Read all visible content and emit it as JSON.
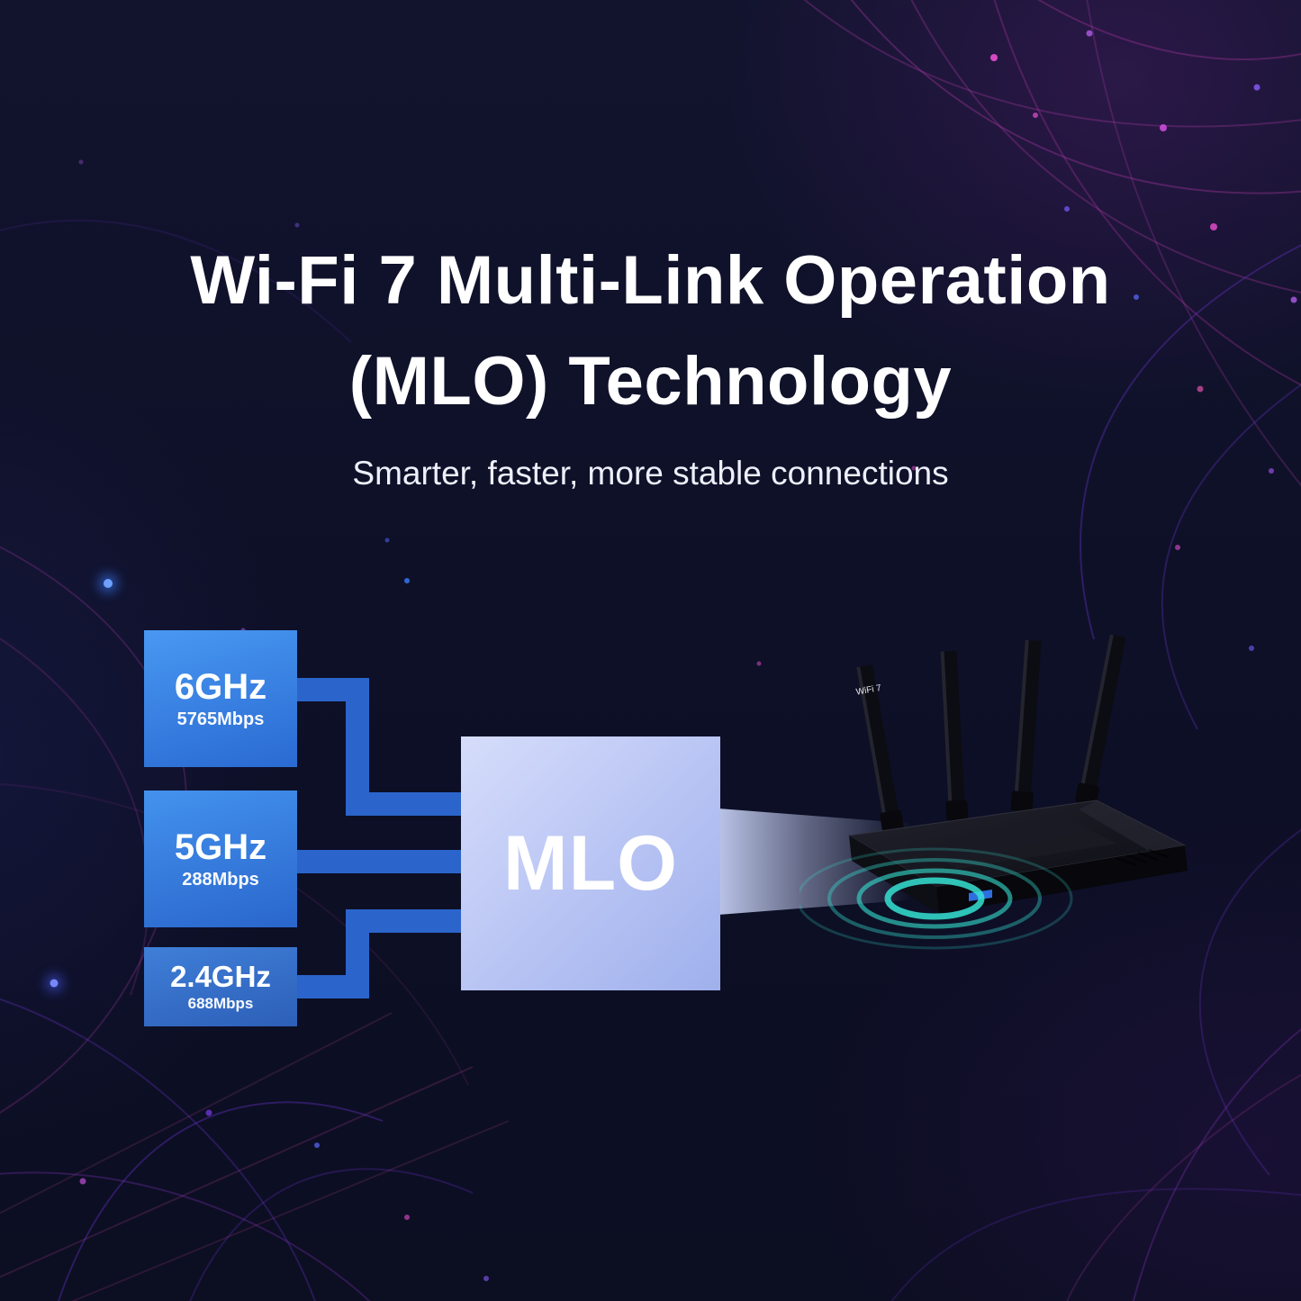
{
  "title": {
    "line1": "Wi-Fi 7 Multi-Link Operation",
    "line2": "(MLO) Technology",
    "subtitle": "Smarter, faster, more stable connections"
  },
  "bands": [
    {
      "name": "6GHz",
      "speed": "5765Mbps"
    },
    {
      "name": "5GHz",
      "speed": "288Mbps"
    },
    {
      "name": "2.4GHz",
      "speed": "688Mbps"
    }
  ],
  "mlo": {
    "label": "MLO"
  },
  "router": {
    "antenna_label": "WiFi 7"
  },
  "colors": {
    "background": "#0e1027",
    "band_blue": "#3f8eea",
    "connector_blue": "#2b65cb",
    "mlo_fill": "#bcc8f3",
    "ring_teal": "#35e2d2",
    "accent_magenta": "#b03aa6",
    "accent_purple": "#7c3aed"
  }
}
